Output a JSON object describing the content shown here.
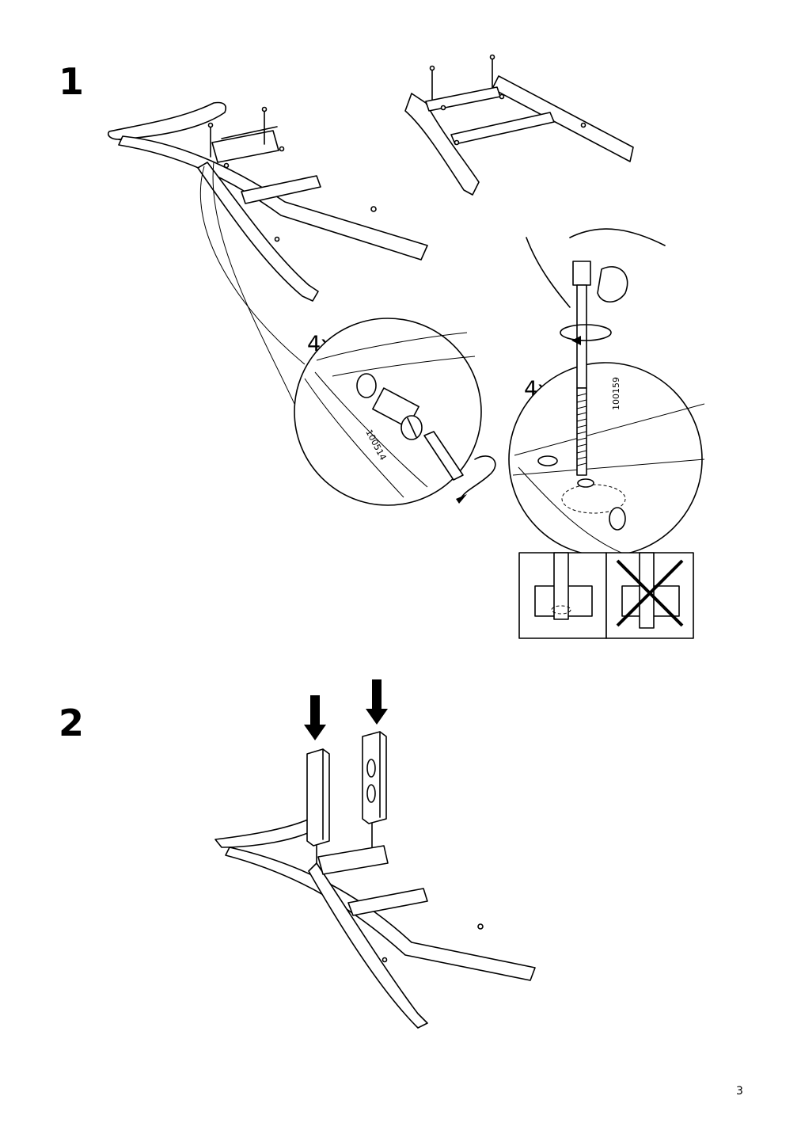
{
  "steps": {
    "step1": {
      "number": "1"
    },
    "step2": {
      "number": "2"
    }
  },
  "callouts": {
    "dowel_quantity": "4x",
    "bolt_quantity": "4x",
    "dowel_part_number": "100514",
    "bolt_part_number": "100159"
  },
  "page": {
    "number": "3"
  },
  "icons": {
    "correct_example": "correct-alignment-icon",
    "incorrect_example": "incorrect-alignment-cross-icon",
    "rotate_direction": "rotate-arrow-icon",
    "insert_direction": "down-arrow-icon"
  }
}
